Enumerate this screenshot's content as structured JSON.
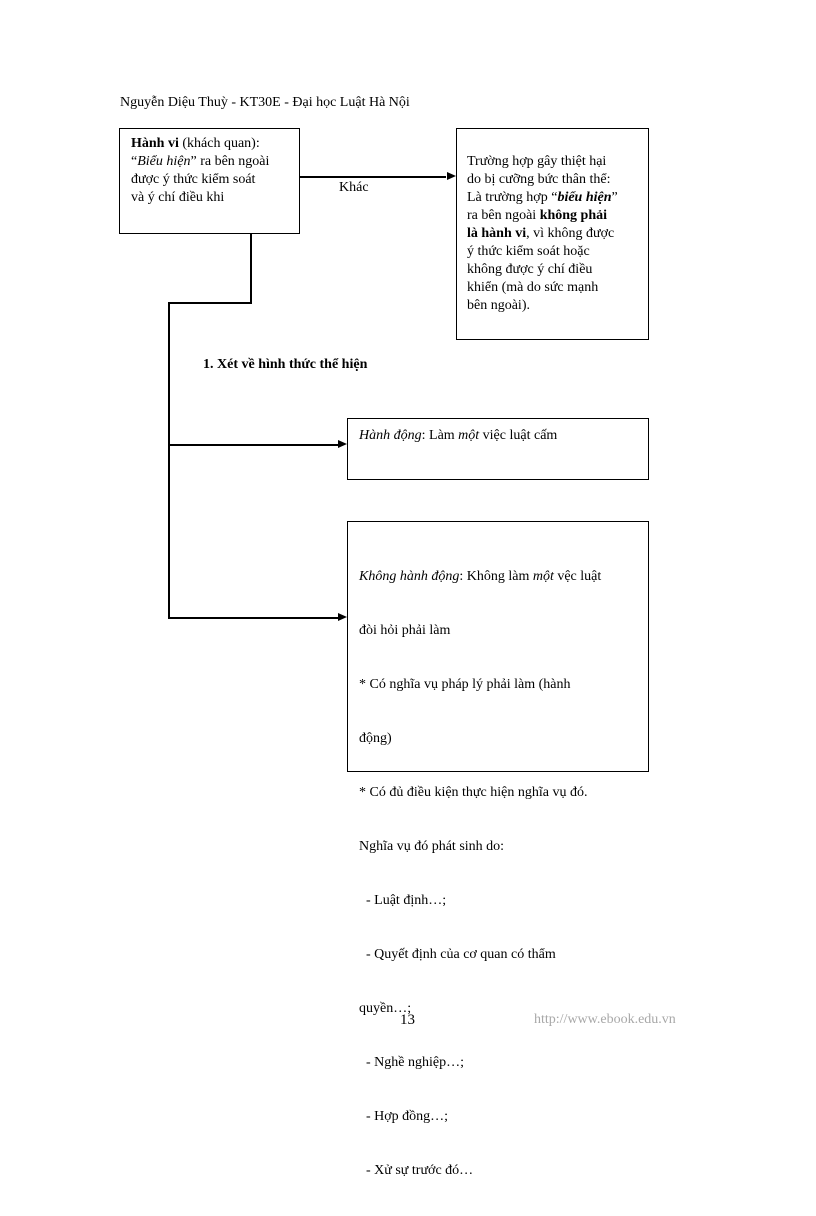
{
  "header": {
    "text": "Nguyễn Diệu Thuỳ - KT30E - Đại học Luật Hà Nội"
  },
  "behavior_box": {
    "title_bold": "Hành vi",
    "title_rest": " (khách quan):",
    "quote_open": "“",
    "quote_italic": "Biểu hiện",
    "quote_close": "” ra bên ngoài",
    "line3": "được ý thức kiểm soát",
    "line4": "và ý chí điều khi"
  },
  "arrow_label": "Khác",
  "coercion_box": {
    "l1": "Trường hợp gây thiệt hại",
    "l2": "do bị cưỡng bức thân thể:",
    "l3_pre": "Là trường hợp “",
    "l3_italic": "biểu hiện",
    "l3_post": "”",
    "l4_pre": "ra bên ngoài ",
    "l4_bold": "không phải",
    "l5_bold": "là hành vi",
    "l5_post": ", vì không được",
    "l6": "ý thức kiểm soát hoặc",
    "l7": "không được ý chí điều",
    "l8": "khiển (mà do sức mạnh",
    "l9": "bên ngoài)."
  },
  "section_heading": "1. Xét về hình thức thể hiện",
  "action_box": {
    "label_italic": "Hành động",
    "text_pre": ": Làm ",
    "text_italic": "một",
    "text_post": " việc luật cấm"
  },
  "inaction_box": {
    "label_italic": "Không hành động",
    "text_pre": ": Không làm ",
    "text_italic": "một",
    "text_post": " vệc luật",
    "lines": [
      "đòi hỏi phải làm",
      "* Có nghĩa vụ pháp lý phải làm (hành",
      "động)",
      "* Có đủ điều kiện thực hiện nghĩa vụ đó.",
      "Nghĩa vụ đó phát sinh do:",
      "  - Luật định…;",
      "  - Quyết định của cơ quan có thẩm",
      "quyền…;",
      "  - Nghề nghiệp…;",
      "  - Hợp đồng…;",
      "  - Xử sự trước đó…"
    ]
  },
  "footer": {
    "page_number": "13",
    "url": "http://www.ebook.edu.vn"
  }
}
